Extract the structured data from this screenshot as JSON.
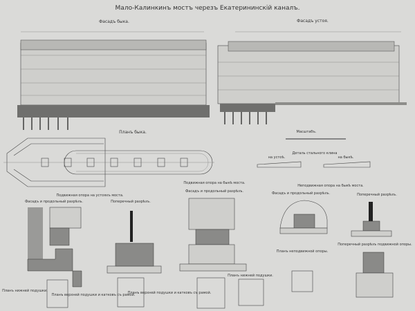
{
  "title": "Мало-Калинкинъ мостъ черезъ Екатерининскій каналъ.",
  "facade_pier": "Фасадъ быка.",
  "facade_abutment": "Фасадъ устоя.",
  "plan_pier": "Планъ быка.",
  "scale": "Масштабъ.",
  "wedge": {
    "title": "Деталь стального клина",
    "on_abutment": "на устоѣ.",
    "on_pier": "на быкѣ."
  },
  "abutment_bearing": {
    "title": "Подвижная опора на устояхъ моста.",
    "facade": "Фасадъ и продольный разрѣзъ.",
    "cross": "Поперечный разрѣзъ.",
    "plan_lower": "Планъ нижней подушки.",
    "plan_upper": "Планъ верхней подушки и катковъ съ рамой."
  },
  "pier_movable": {
    "title": "Подвижная опора на быкѣ моста.",
    "facade": "Фасадъ и продольный разрѣзъ.",
    "plan_upper": "Планъ верхней подушки и катковъ съ рамой.",
    "plan_lower": "Планъ нижней подушки."
  },
  "pier_fixed": {
    "title": "Неподвижная опора на быкѣ моста.",
    "facade": "Фасадъ и продольный разрѣзъ.",
    "cross": "Поперечный разрѣзъ.",
    "plan_fixed": "Планъ неподвижной опоры.",
    "cross_movable": "Поперечный разрѣзъ подвижной опоры."
  }
}
